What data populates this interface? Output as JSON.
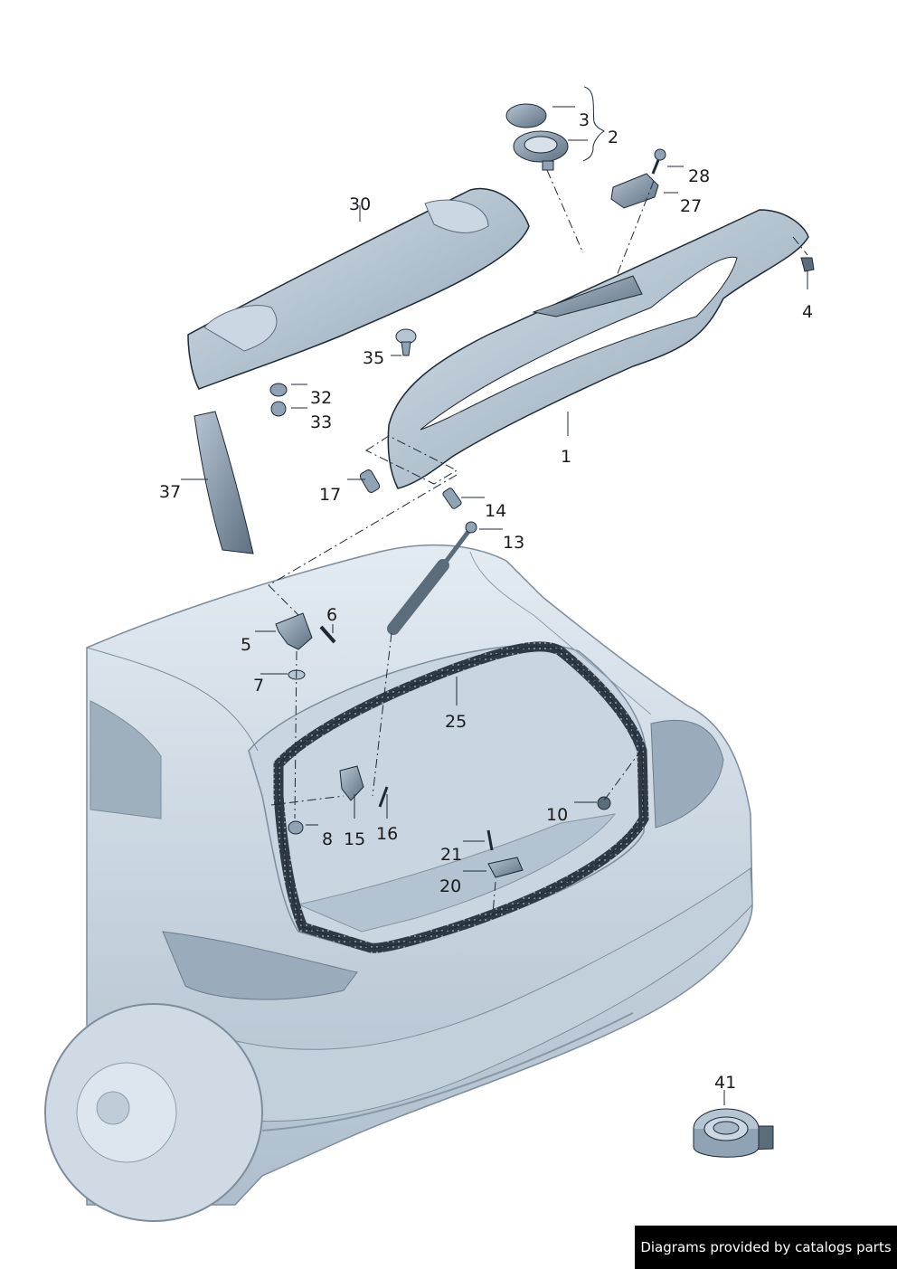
{
  "callouts": [
    {
      "id": "1",
      "text": "1"
    },
    {
      "id": "2",
      "text": "2"
    },
    {
      "id": "3",
      "text": "3"
    },
    {
      "id": "4",
      "text": "4"
    },
    {
      "id": "5",
      "text": "5"
    },
    {
      "id": "6",
      "text": "6"
    },
    {
      "id": "7",
      "text": "7"
    },
    {
      "id": "8",
      "text": "8"
    },
    {
      "id": "10",
      "text": "10"
    },
    {
      "id": "13",
      "text": "13"
    },
    {
      "id": "14",
      "text": "14"
    },
    {
      "id": "15",
      "text": "15"
    },
    {
      "id": "16",
      "text": "16"
    },
    {
      "id": "17",
      "text": "17"
    },
    {
      "id": "20",
      "text": "20"
    },
    {
      "id": "21",
      "text": "21"
    },
    {
      "id": "25",
      "text": "25"
    },
    {
      "id": "27",
      "text": "27"
    },
    {
      "id": "28",
      "text": "28"
    },
    {
      "id": "30",
      "text": "30"
    },
    {
      "id": "32",
      "text": "32"
    },
    {
      "id": "33",
      "text": "33"
    },
    {
      "id": "35",
      "text": "35"
    },
    {
      "id": "37",
      "text": "37"
    },
    {
      "id": "41",
      "text": "41"
    }
  ],
  "footer": {
    "text": "Diagrams provided by catalogs parts"
  },
  "colors": {
    "part_fill": "#b9c8d6",
    "part_dark": "#5b6c7b",
    "outline": "#1d2a35",
    "seal": "#2b3640"
  }
}
